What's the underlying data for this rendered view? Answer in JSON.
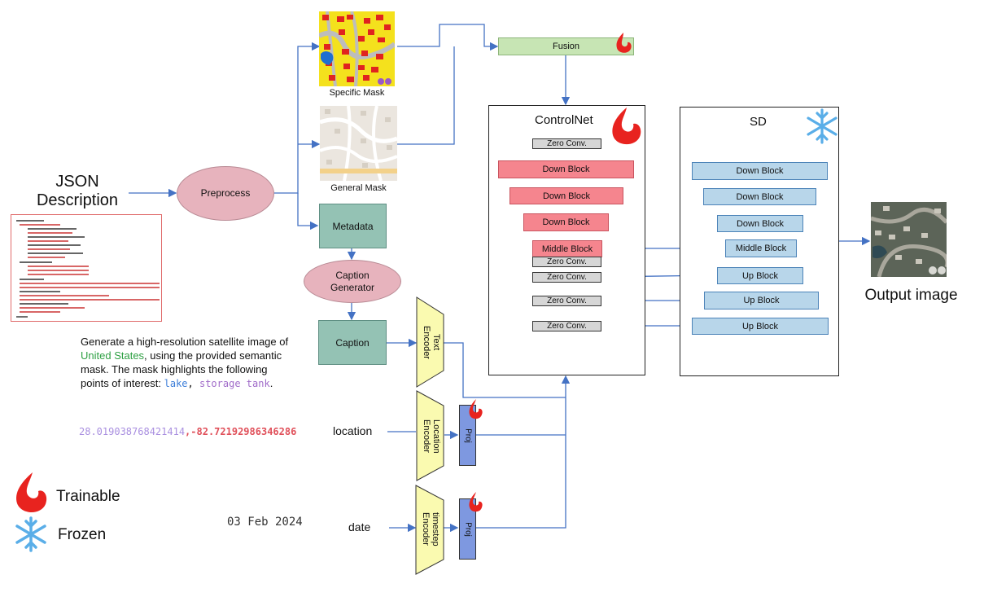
{
  "json_description": {
    "line1": "JSON",
    "line2": "Description"
  },
  "preprocess": "Preprocess",
  "metadata": "Metadata",
  "caption_generator": {
    "line1": "Caption",
    "line2": "Generator"
  },
  "caption": "Caption",
  "specific_mask": "Specific Mask",
  "general_mask": "General Mask",
  "fusion": "Fusion",
  "controlnet": {
    "title": "ControlNet",
    "top_zero": "Zero Conv.",
    "down_blocks": [
      "Down Block",
      "Down Block",
      "Down Block"
    ],
    "middle": "Middle Block",
    "zero_convs": [
      "Zero Conv.",
      "Zero Conv.",
      "Zero Conv.",
      "Zero Conv."
    ]
  },
  "sd": {
    "title": "SD",
    "down_blocks": [
      "Down Block",
      "Down Block",
      "Down Block"
    ],
    "middle": "Middle Block",
    "up_blocks": [
      "Up Block",
      "Up Block",
      "Up Block"
    ]
  },
  "output_image": "Output image",
  "text_encoder": {
    "line1": "Text",
    "line2": "Encoder"
  },
  "location_encoder": {
    "line1": "Location",
    "line2": "Encoder"
  },
  "timestep_encoder": {
    "line1": "timestep",
    "line2": "Encoder"
  },
  "proj": "Proj",
  "prompt": {
    "part1": "Generate a high-resolution satellite image of",
    "country": "United States",
    "part2": ", using the provided semantic",
    "part3": "mask. The mask highlights the following",
    "part4": "points of interest: ",
    "poi1": "lake",
    "poi_sep": ", ",
    "poi2": "storage tank",
    "end": "."
  },
  "coords": {
    "lat": "28.019038768421414",
    "comma": ",",
    "lon": "-82.72192986346286"
  },
  "location_label": "location",
  "date_value": "03 Feb 2024",
  "date_label": "date",
  "legend": {
    "trainable": "Trainable",
    "frozen": "Frozen"
  },
  "colors": {
    "arrow": "#4472c4",
    "trainable": "#e8231f",
    "frozen": "#5aaee8",
    "green_text": "#2ea043",
    "poi": "#3b7dd8",
    "poi2": "#a06bc9",
    "lat": "#a98fe0",
    "lon": "#e0505a"
  }
}
